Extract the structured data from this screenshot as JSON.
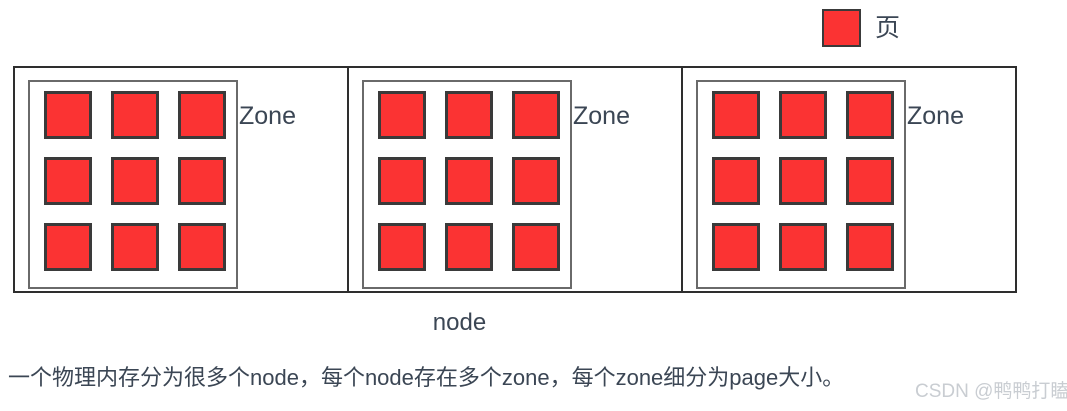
{
  "legend": {
    "swatch_name": "page-swatch",
    "label": "页",
    "color": "#fb3333"
  },
  "diagram": {
    "node_caption": "node",
    "nodes": [
      {
        "zone_label": "Zone",
        "pages": [
          "page",
          "page",
          "page",
          "page",
          "page",
          "page",
          "page",
          "page",
          "page"
        ]
      },
      {
        "zone_label": "Zone",
        "pages": [
          "page",
          "page",
          "page",
          "page",
          "page",
          "page",
          "page",
          "page",
          "page"
        ]
      },
      {
        "zone_label": "Zone",
        "pages": [
          "page",
          "page",
          "page",
          "page",
          "page",
          "page",
          "page",
          "page",
          "page"
        ]
      }
    ],
    "colors": {
      "page_fill": "#fb3333",
      "page_border": "#3a3a3a",
      "node_border": "#2e2e2e",
      "zone_border": "#6a6a6a",
      "text": "#3b4654"
    }
  },
  "caption": {
    "text": "一个物理内存分为很多个node，每个node存在多个zone，每个zone细分为page大小。"
  },
  "watermark": {
    "text": "CSDN @鸭鸭打瞌睡"
  }
}
